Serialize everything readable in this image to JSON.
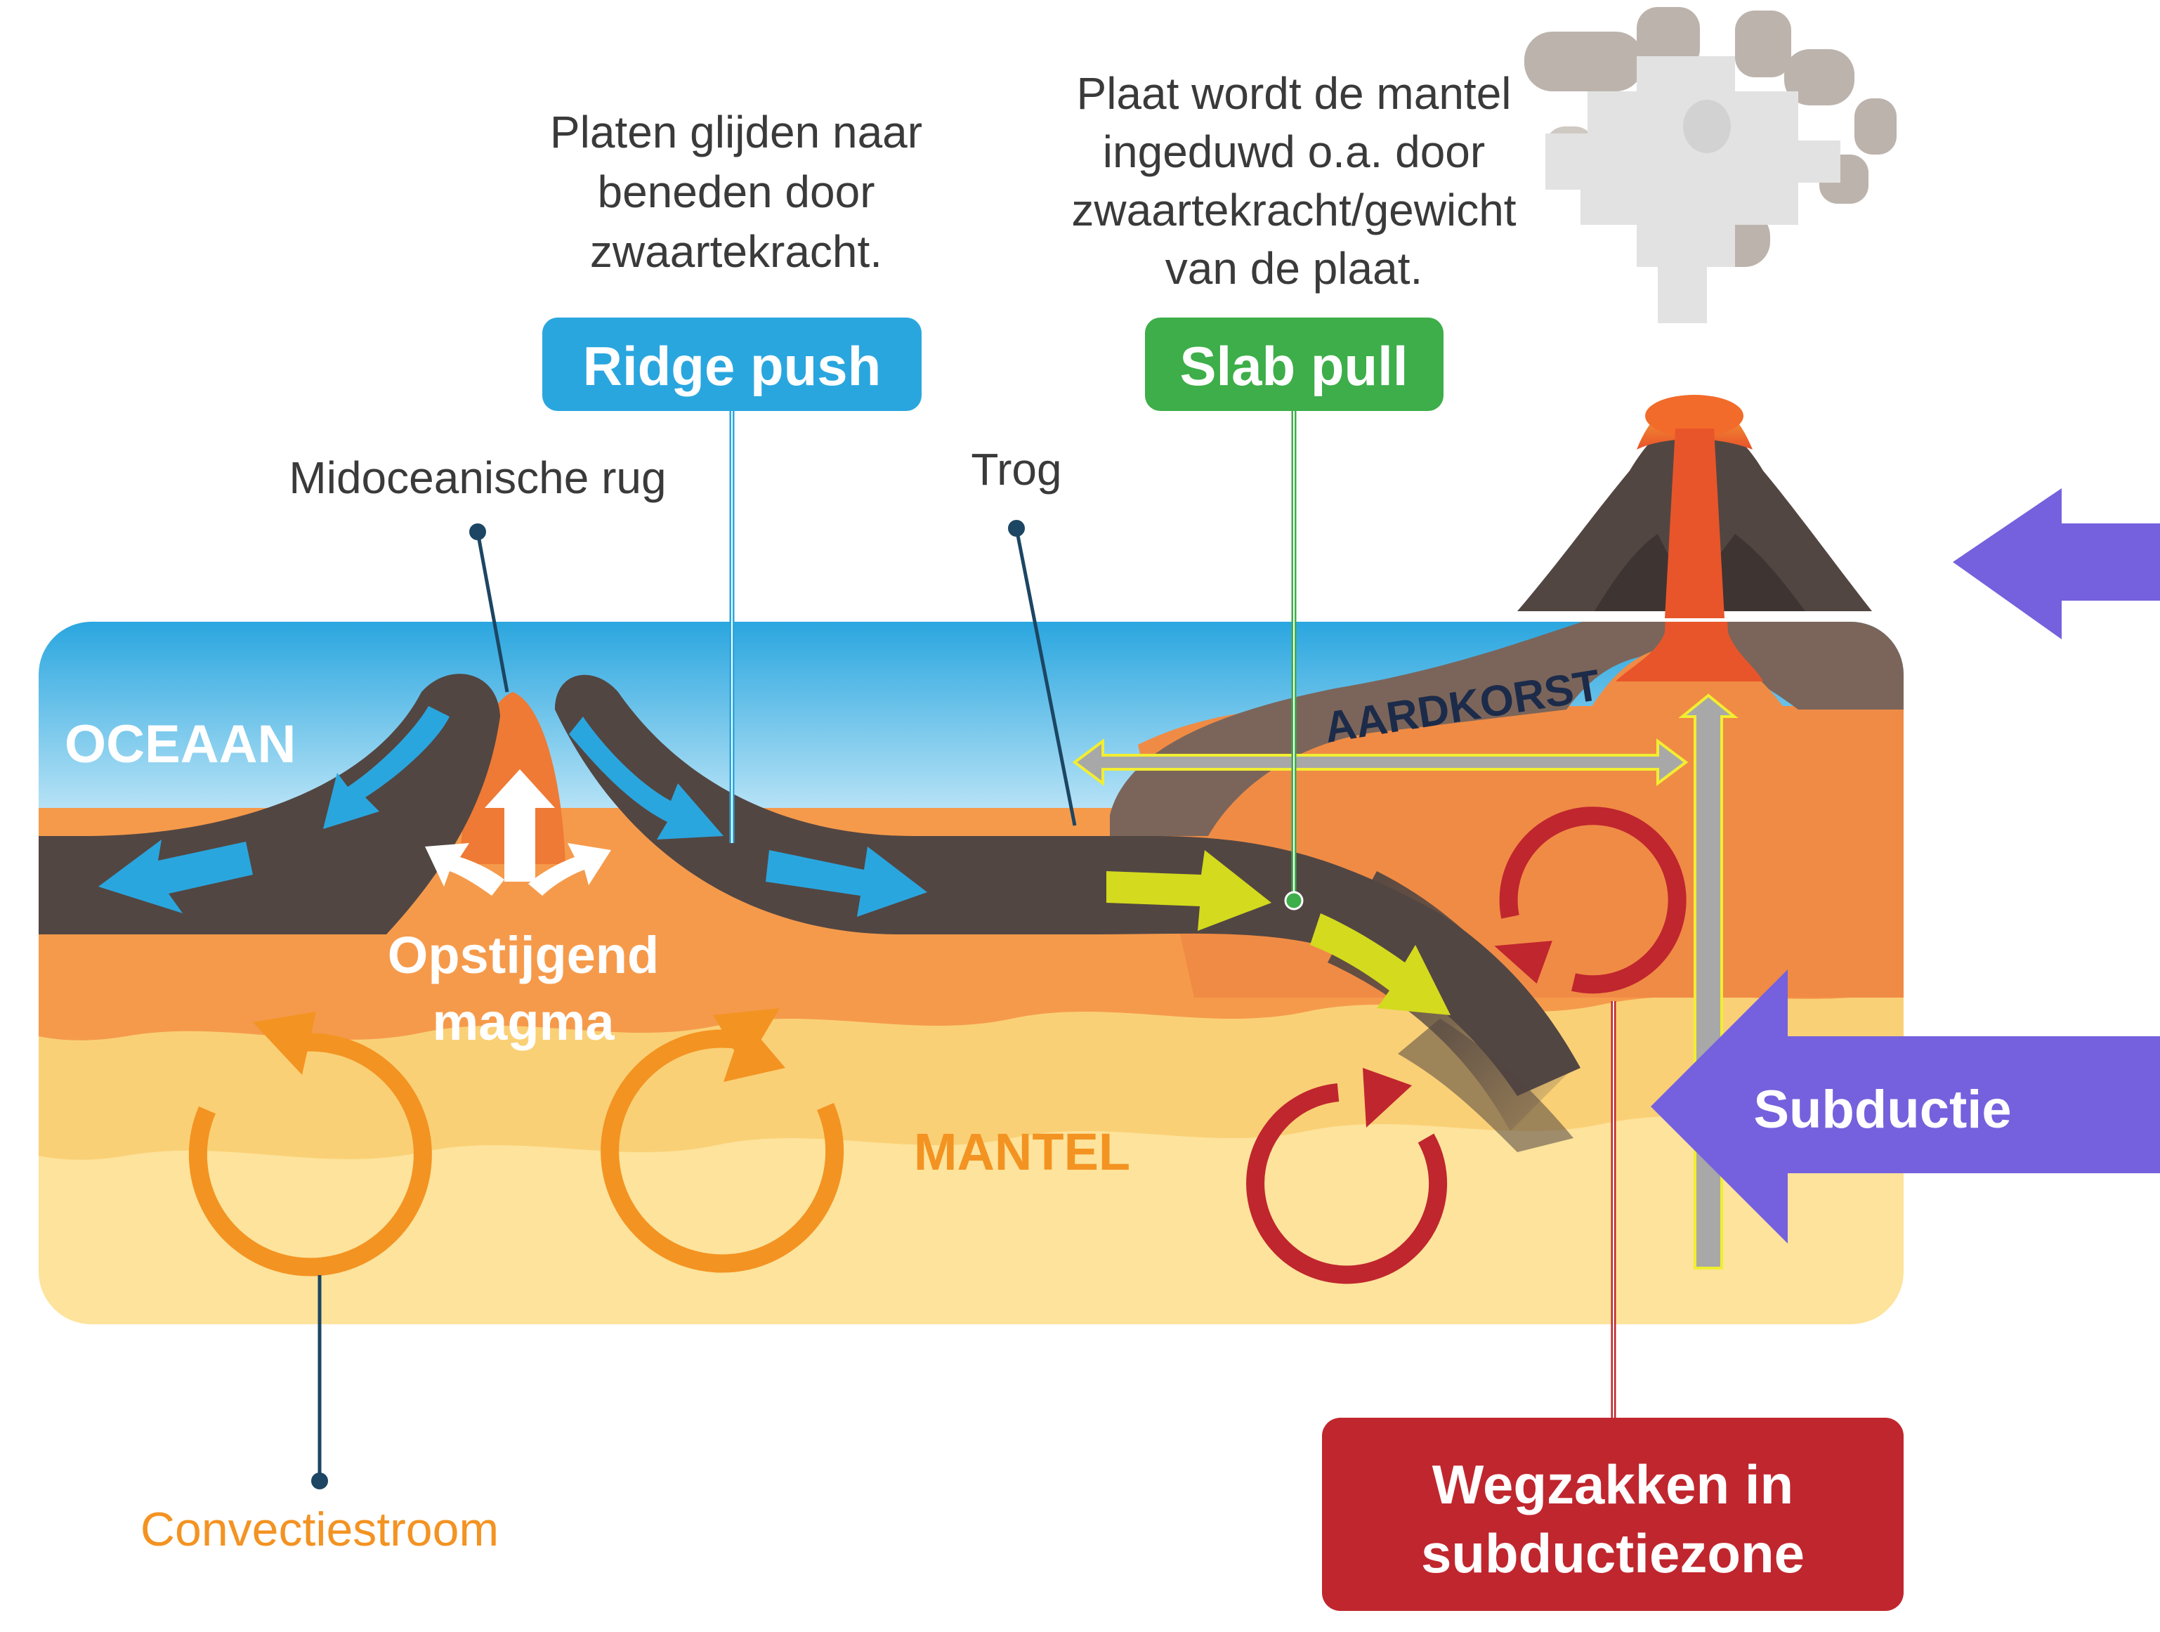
{
  "labels": {
    "ridge_push_desc_1": "Platen glijden naar",
    "ridge_push_desc_2": "beneden door",
    "ridge_push_desc_3": "zwaartekracht.",
    "slab_pull_desc_1": "Plaat wordt de mantel",
    "slab_pull_desc_2": "ingeduwd o.a. door",
    "slab_pull_desc_3": "zwaartekracht/gewicht",
    "slab_pull_desc_4": "van de plaat.",
    "ridge_push": "Ridge push",
    "slab_pull": "Slab pull",
    "midoceanic_ridge": "Midoceanische rug",
    "trench": "Trog",
    "ocean": "OCEAAN",
    "crust": "AARDKORST",
    "rising_magma_1": "Opstijgend",
    "rising_magma_2": "magma",
    "mantle": "MANTEL",
    "subduction": "Subductie",
    "sinking_1": "Wegzakken in",
    "sinking_2": "subductiezone",
    "convection": "Convectiestroom"
  },
  "colors": {
    "ridge_push_box": "#2AA6DF",
    "slab_pull_box": "#3DAE49",
    "sinking_box": "#C0262E",
    "subduction_arrow": "#7561DD",
    "convection_orange": "#F39322",
    "convection_red": "#C0262E",
    "plate_dark": "#524642",
    "crust_brown": "#7B655A",
    "ocean_blue": "#2AA6DF",
    "slab_arrow_green": "#D4DA1E"
  },
  "icons": {
    "volcano": "volcano-icon",
    "ash_cloud": "ash-cloud-icon"
  }
}
